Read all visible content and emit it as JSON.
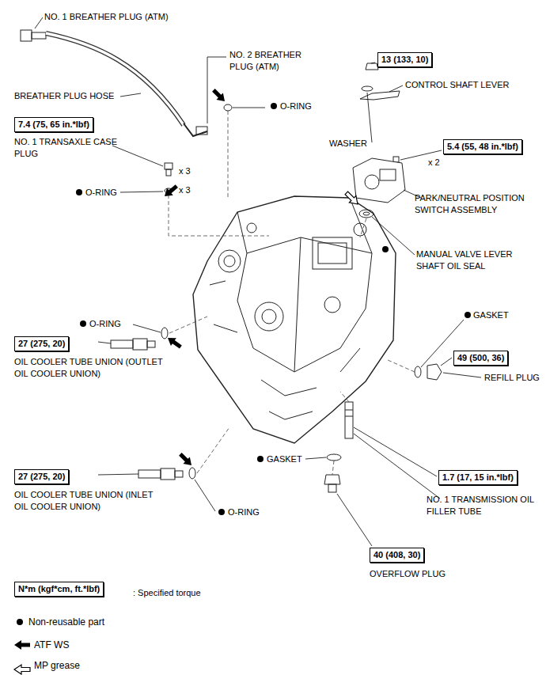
{
  "diagram": {
    "nodes": [
      {
        "text": [
          "13 (133, 10)"
        ]
      },
      {
        "text": [
          "7.4 (75, 65 in.*lbf)"
        ]
      },
      {
        "text": [
          "5.4 (55, 48 in.*lbf)"
        ]
      },
      {
        "text": [
          "27 (275, 20)"
        ]
      },
      {
        "text": [
          "49 (500, 36)"
        ]
      },
      {
        "text": [
          "27 (275, 20)"
        ]
      },
      {
        "text": [
          "1.7 (17, 15 in.*lbf)"
        ]
      },
      {
        "text": [
          "40 (408, 30)"
        ]
      },
      {
        "text": [
          "N*m (kgf*cm, ft.*lbf)"
        ]
      }
    ],
    "labels": [
      "NO. 1 BREATHER PLUG (ATM)",
      "NO. 2 BREATHER PLUG (ATM)",
      "BREATHER PLUG HOSE",
      "O-RING",
      "CONTROL SHAFT LEVER",
      "NO. 1 TRANSAXLE CASE PLUG",
      "WASHER",
      "x 2",
      "x 3",
      "x 3",
      "O-RING",
      "PARK/NEUTRAL POSITION SWITCH ASSEMBLY",
      "MANUAL VALVE LEVER SHAFT OIL SEAL",
      "GASKET",
      "O-RING",
      "OIL COOLER TUBE UNION (OUTLET OIL COOLER UNION)",
      "REFILL PLUG",
      "GASKET",
      "OIL COOLER TUBE UNION (INLET OIL COOLER UNION)",
      "NO. 1 TRANSMISSION OIL FILLER TUBE",
      "O-RING",
      ": Specified torque",
      "OVERFLOW PLUG"
    ],
    "legend": [
      {
        "text": "Non-reusable part"
      },
      {
        "text": "ATF WS"
      },
      {
        "text": "MP grease"
      }
    ]
  }
}
